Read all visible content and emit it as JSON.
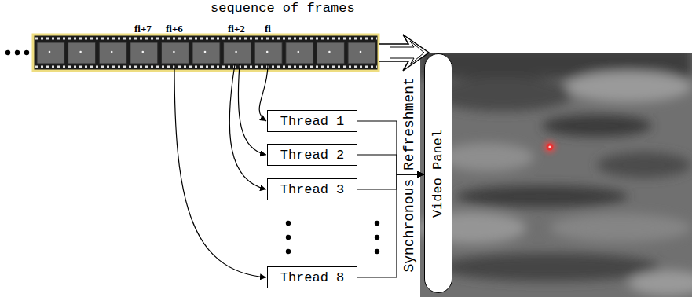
{
  "diagram": {
    "nodes": [
      {
        "text": [
          "Thread 1"
        ]
      },
      {
        "text": [
          "Thread 2"
        ]
      },
      {
        "text": [
          "Thread 3"
        ]
      },
      {
        "text": [
          "Thread 8"
        ]
      },
      {
        "text": [
          "Video Panel"
        ]
      }
    ],
    "edges": [
      {
        "from": 0,
        "to": 4,
        "arrow": "to"
      },
      {
        "from": 1,
        "to": 4,
        "arrow": "to"
      },
      {
        "from": 2,
        "to": 4,
        "arrow": "to"
      },
      {
        "from": 3,
        "to": 4,
        "arrow": "to"
      }
    ],
    "labels": [
      "sequence of frames",
      "fi+7",
      "fi+6",
      "fi+2",
      "fi",
      "Synchronous Refreshment"
    ]
  }
}
